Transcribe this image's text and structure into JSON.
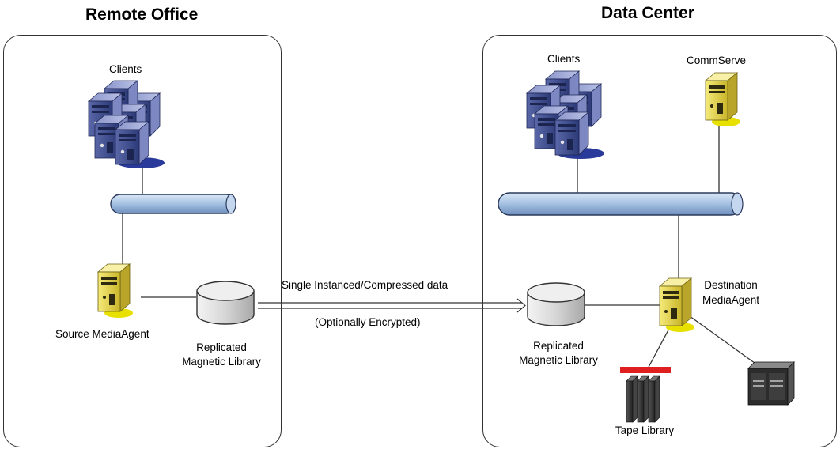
{
  "remote_office": {
    "title": "Remote Office",
    "clients_label": "Clients",
    "source_mediaagent_label": "Source MediaAgent",
    "library_label_line1": "Replicated",
    "library_label_line2": "Magnetic Library"
  },
  "link": {
    "label_line1": "Single Instanced/Compressed data",
    "label_line2": "(Optionally Encrypted)"
  },
  "data_center": {
    "title": "Data Center",
    "clients_label": "Clients",
    "commserve_label": "CommServe",
    "destination_mediaagent_line1": "Destination",
    "destination_mediaagent_line2": "MediaAgent",
    "library_label_line1": "Replicated",
    "library_label_line2": "Magnetic Library",
    "tape_library_label": "Tape Library"
  },
  "colors": {
    "server_blue": "#3d4a8c",
    "server_yellow": "#e8d84a",
    "network_bus": "#a9c4e4",
    "disk_gray": "#d9d9d9",
    "tape_red": "#e02020"
  },
  "icons": [
    "client-server-cluster-icon",
    "yellow-server-icon",
    "network-bus-icon",
    "disk-library-icon",
    "tape-library-icon",
    "storage-array-icon"
  ]
}
